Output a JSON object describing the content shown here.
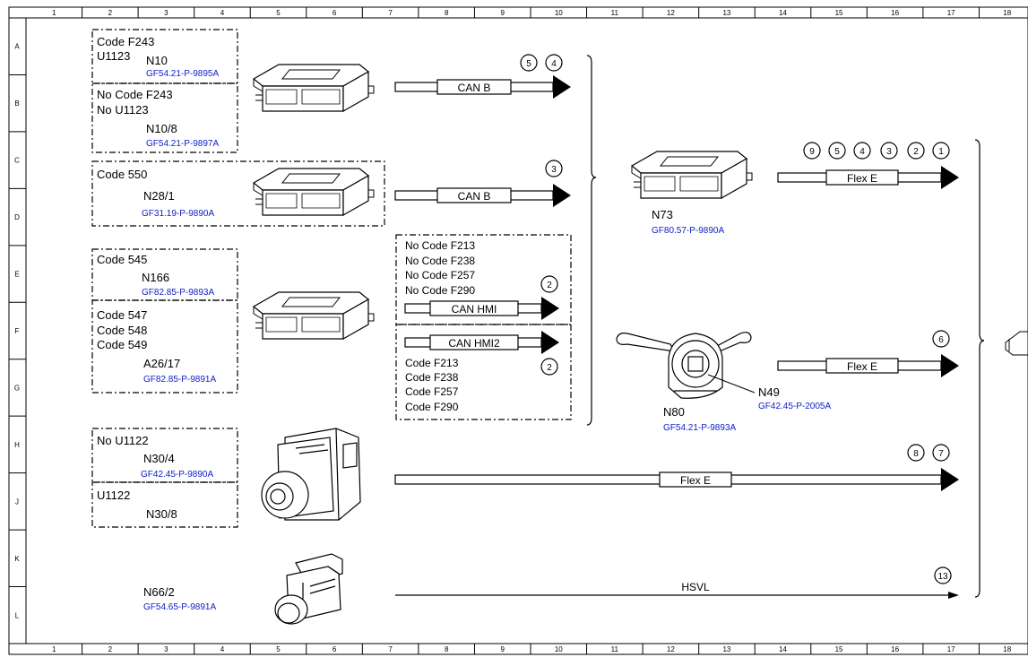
{
  "grid": {
    "columns": [
      "1",
      "2",
      "3",
      "4",
      "5",
      "6",
      "7",
      "8",
      "9",
      "10",
      "11",
      "12",
      "13",
      "14",
      "15",
      "16",
      "17",
      "18"
    ],
    "rows": [
      "A",
      "B",
      "C",
      "D",
      "E",
      "F",
      "G",
      "H",
      "J",
      "K",
      "L"
    ]
  },
  "components": {
    "n10": {
      "code1": "Code F243",
      "code2": "U1123",
      "name": "N10",
      "ref": "GF54.21-P-9895A"
    },
    "n10_8": {
      "code1": "No Code F243",
      "code2": "No U1123",
      "name": "N10/8",
      "ref": "GF54.21-P-9897A"
    },
    "n28_1": {
      "code": "Code 550",
      "name": "N28/1",
      "ref": "GF31.19-P-9890A"
    },
    "n166": {
      "code": "Code 545",
      "name": "N166",
      "ref": "GF82.85-P-9893A"
    },
    "a26_17": {
      "code1": "Code 547",
      "code2": "Code 548",
      "code3": "Code 549",
      "name": "A26/17",
      "ref": "GF82.85-P-9891A"
    },
    "n30_4": {
      "code": "No U1122",
      "name": "N30/4",
      "ref": "GF42.45-P-9890A"
    },
    "n30_8": {
      "code": "U1122",
      "name": "N30/8"
    },
    "n66_2": {
      "name": "N66/2",
      "ref": "GF54.65-P-9891A"
    },
    "n73": {
      "name": "N73",
      "ref": "GF80.57-P-9890A"
    },
    "n80": {
      "name": "N80",
      "ref": "GF54.21-P-9893A"
    },
    "n49": {
      "name": "N49",
      "ref": "GF42.45-P-2005A"
    }
  },
  "hmi_box": {
    "no_codes": [
      "No Code F213",
      "No Code F238",
      "No Code F257",
      "No Code F290"
    ],
    "codes": [
      "Code F213",
      "Code F238",
      "Code F257",
      "Code F290"
    ]
  },
  "buses": {
    "can_b_1": {
      "label": "CAN B",
      "circles": [
        "5",
        "4"
      ]
    },
    "can_b_2": {
      "label": "CAN B",
      "circles": [
        "3"
      ]
    },
    "can_hmi": {
      "label": "CAN HMI",
      "circles": [
        "2"
      ]
    },
    "can_hmi2": {
      "label": "CAN HMI2",
      "circles": [
        "2"
      ]
    },
    "flex_e_1": {
      "label": "Flex E",
      "circles": [
        "9",
        "5",
        "4",
        "3",
        "2",
        "1"
      ]
    },
    "flex_e_2": {
      "label": "Flex E",
      "circles": [
        "6"
      ]
    },
    "flex_e_3": {
      "label": "Flex E",
      "circles": [
        "8",
        "7"
      ]
    },
    "hsvl": {
      "label": "HSVL",
      "circles": [
        "13"
      ]
    }
  }
}
